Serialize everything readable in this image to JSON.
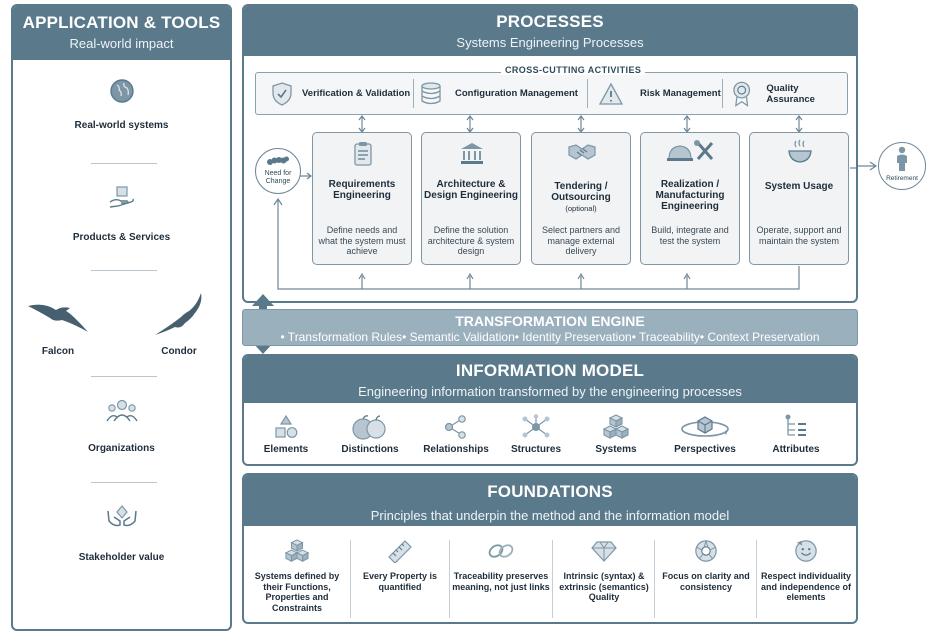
{
  "application": {
    "title": "APPLICATION & TOOLS",
    "subtitle": "Real-world impact",
    "items": [
      {
        "label": "Real-world systems",
        "icon": "globe-icon"
      },
      {
        "label": "Products & Services",
        "icon": "hand-box-icon"
      },
      {
        "label": "Falcon",
        "icon": "falcon-icon"
      },
      {
        "label": "Condor",
        "icon": "condor-icon"
      },
      {
        "label": "Organizations",
        "icon": "people-icon"
      },
      {
        "label": "Stakeholder value",
        "icon": "hands-diamond-icon"
      }
    ]
  },
  "processes": {
    "title": "PROCESSES",
    "subtitle": "Systems Engineering Processes",
    "cross_cutting_title": "CROSS-CUTTING ACTIVITIES",
    "cross_cutting": [
      {
        "label": "Verification & Validation",
        "icon": "shield-check-icon"
      },
      {
        "label": "Configuration Management",
        "icon": "database-icon"
      },
      {
        "label": "Risk Management",
        "icon": "warning-icon"
      },
      {
        "label": "Quality Assurance",
        "icon": "award-icon"
      }
    ],
    "need": "Need for Change",
    "retirement": "Retirement",
    "steps": [
      {
        "title": "Requirements Engineering",
        "desc": "Define needs and what the system must achieve",
        "icon": "clipboard-icon"
      },
      {
        "title": "Architecture & Design Engineering",
        "desc": "Define the solution architecture & system design",
        "icon": "building-icon"
      },
      {
        "title": "Tendering / Outsourcing",
        "optional": "(optional)",
        "desc": "Select partners and manage external delivery",
        "icon": "handshake-icon"
      },
      {
        "title": "Realization / Manufacturing Engineering",
        "desc": "Build, integrate and test the system",
        "icon": "hardhat-tools-icon"
      },
      {
        "title": "System Usage",
        "desc": "Operate, support and maintain the system",
        "icon": "bowl-icon"
      }
    ]
  },
  "transformation": {
    "title": "TRANSFORMATION ENGINE",
    "items": "• Transformation Rules• Semantic Validation• Identity Preservation• Traceability• Context Preservation"
  },
  "information_model": {
    "title": "INFORMATION MODEL",
    "subtitle": "Engineering information transformed by the engineering processes",
    "items": [
      {
        "label": "Elements",
        "icon": "shapes-icon"
      },
      {
        "label": "Distinctions",
        "icon": "fruits-icon"
      },
      {
        "label": "Relationships",
        "icon": "nodes-icon"
      },
      {
        "label": "Structures",
        "icon": "network-icon"
      },
      {
        "label": "Systems",
        "icon": "cubes-icon"
      },
      {
        "label": "Perspectives",
        "icon": "orbit-icon"
      },
      {
        "label": "Attributes",
        "icon": "tree-list-icon"
      }
    ]
  },
  "foundations": {
    "title": "FOUNDATIONS",
    "subtitle": "Principles that underpin the method and the information model",
    "items": [
      {
        "label": "Systems defined by their Functions, Properties and Constraints",
        "icon": "cubes-icon"
      },
      {
        "label": "Every Property is quantified",
        "icon": "ruler-icon"
      },
      {
        "label": "Traceability preserves meaning, not just links",
        "icon": "links-icon"
      },
      {
        "label": "Intrinsic (syntax) & extrinsic (semantics) Quality",
        "icon": "diamond-icon"
      },
      {
        "label": "Focus on clarity and consistency",
        "icon": "aperture-icon"
      },
      {
        "label": "Respect individuality and independence of elements",
        "icon": "smile-badge-icon"
      }
    ]
  },
  "colors": {
    "header": "#5a7a8c",
    "transform": "#9ab0bd",
    "border": "#5a7a8c"
  }
}
